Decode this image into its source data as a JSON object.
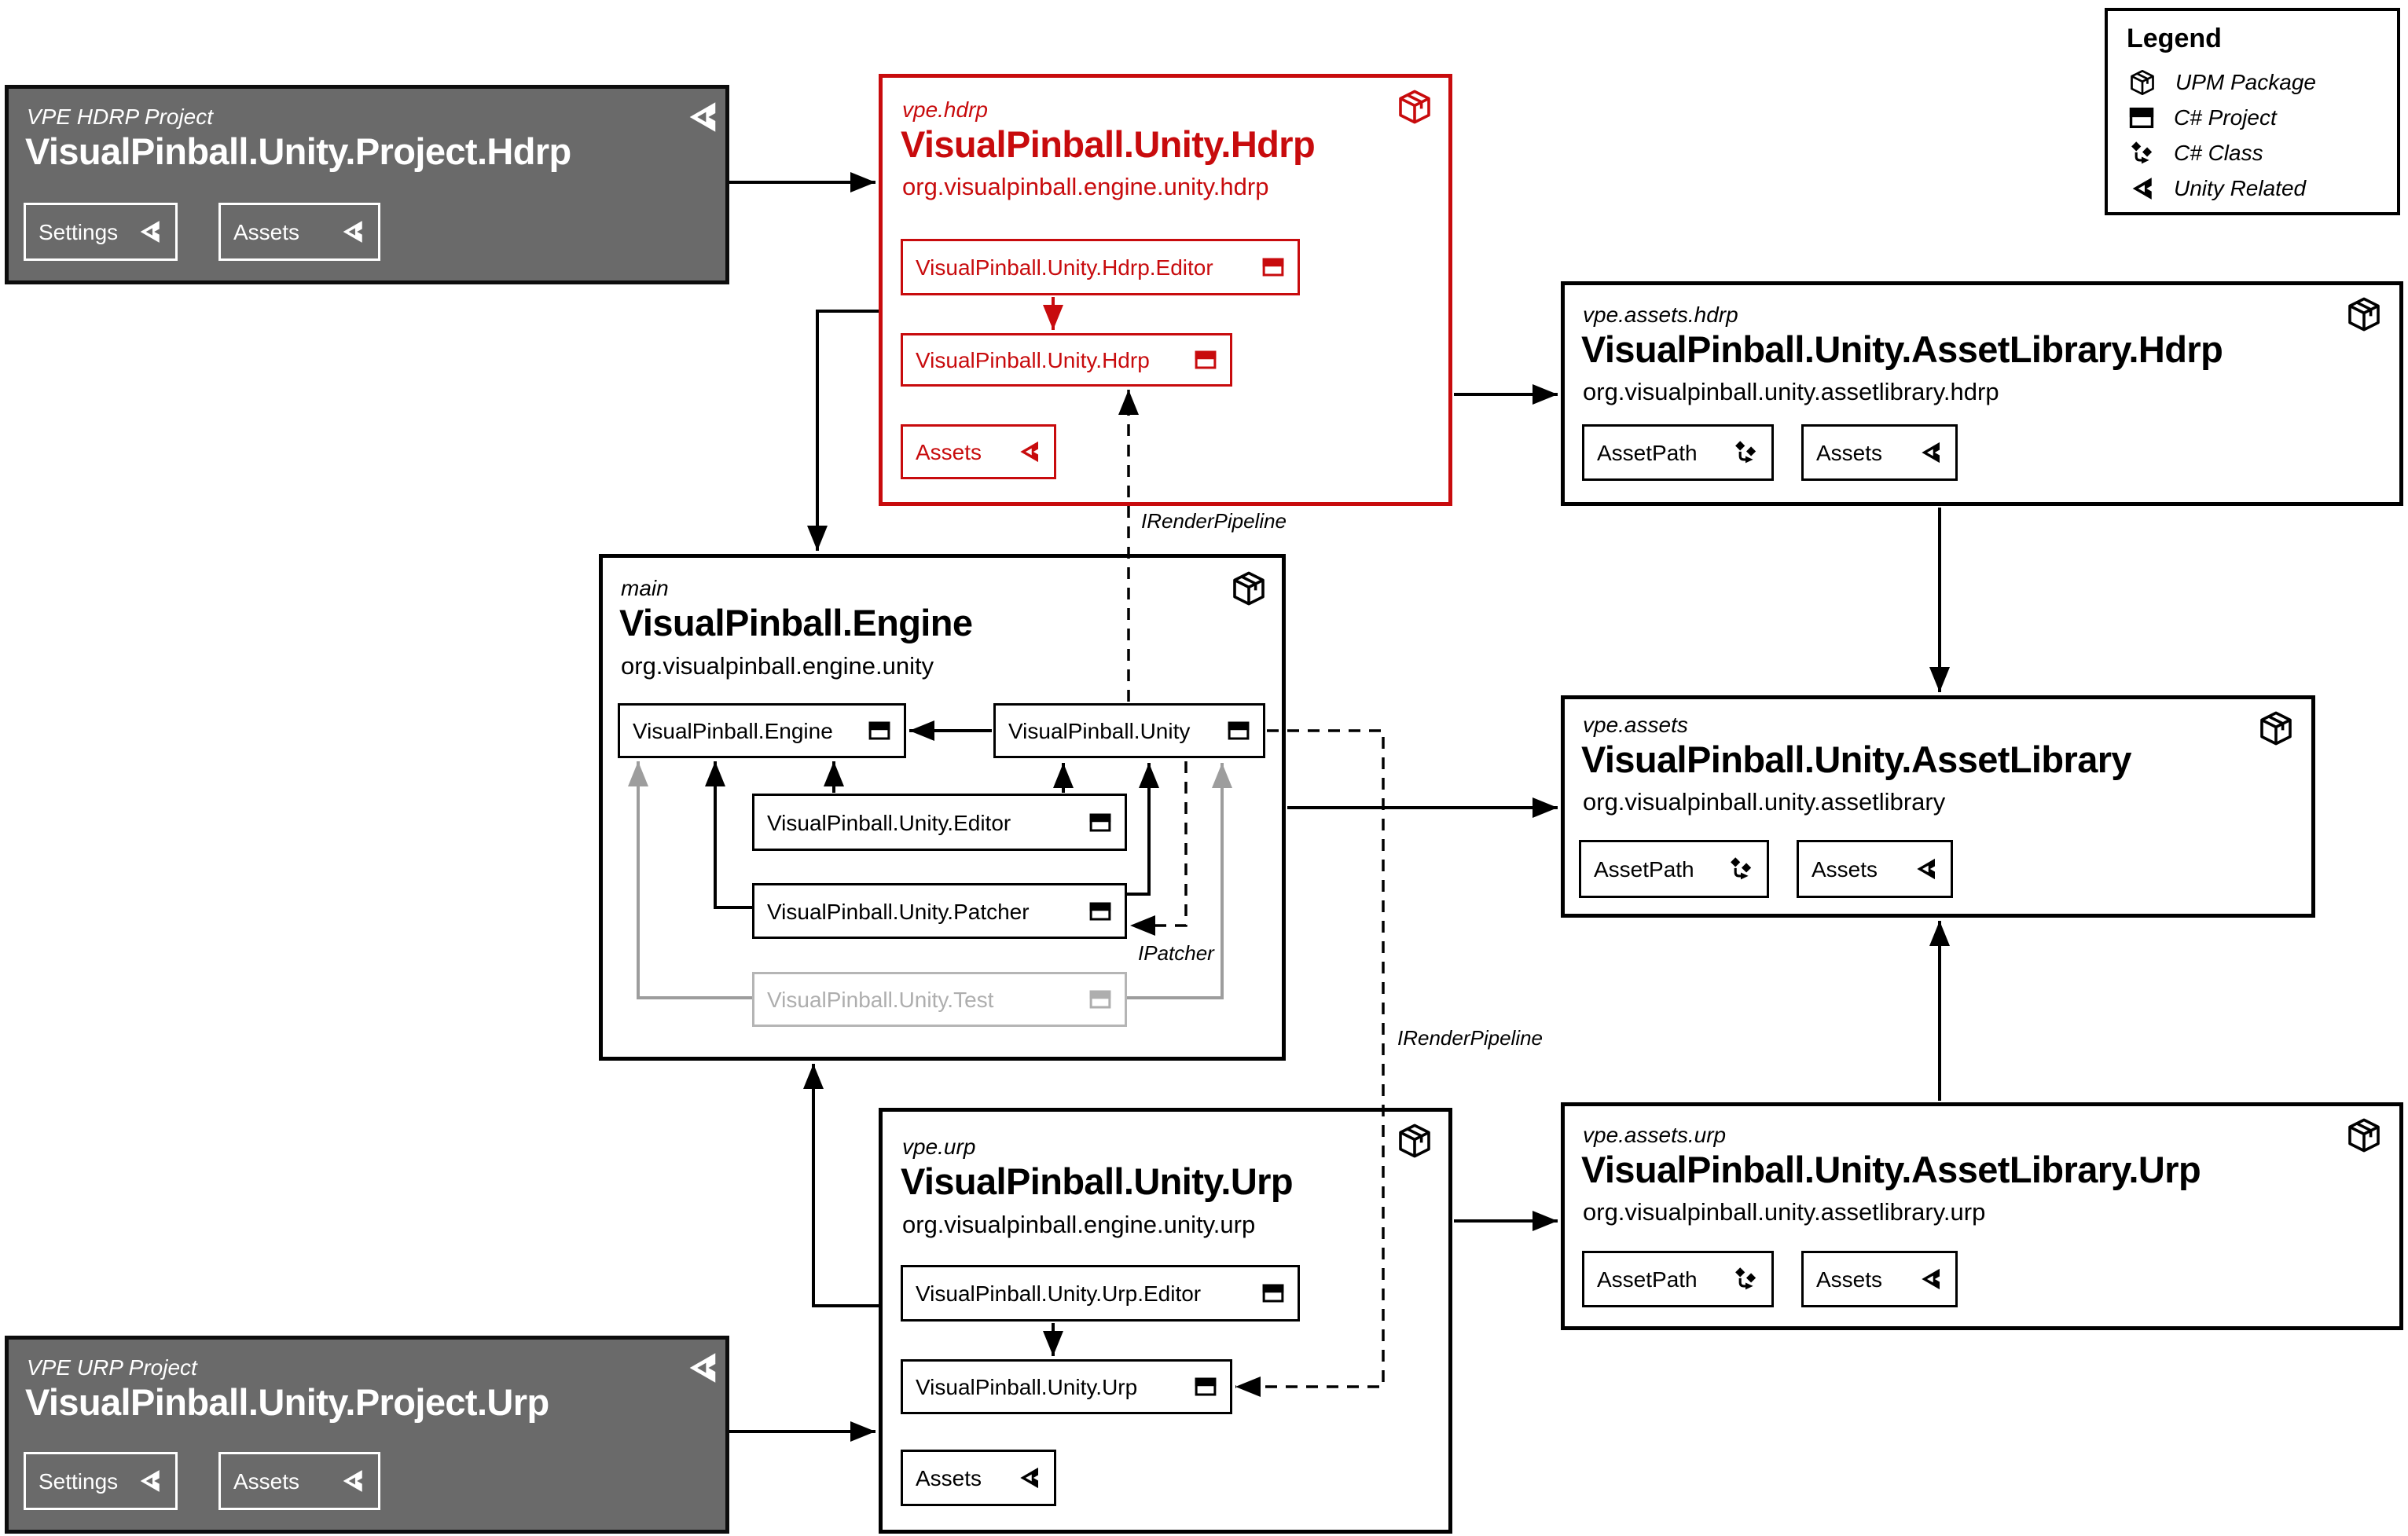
{
  "colors": {
    "accent_red": "#C80B0D",
    "project_gray": "#6A6A6A",
    "muted_gray": "#AEAEAE",
    "line_black": "#000000",
    "line_gray": "#9D9D9D"
  },
  "legend": {
    "title": "Legend",
    "items": [
      {
        "icon": "package-icon",
        "label": "UPM Package"
      },
      {
        "icon": "csproject-icon",
        "label": "C# Project"
      },
      {
        "icon": "csclass-icon",
        "label": "C# Class"
      },
      {
        "icon": "unity-icon",
        "label": "Unity Related"
      }
    ]
  },
  "packages": {
    "hdrp_project": {
      "kind": "VPE HDRP Project",
      "title": "VisualPinball.Unity.Project.Hdrp",
      "corner_icon": "unity-icon",
      "chips": [
        {
          "label": "Settings",
          "icon": "unity-icon"
        },
        {
          "label": "Assets",
          "icon": "unity-icon"
        }
      ]
    },
    "vpe_hdrp": {
      "kind": "vpe.hdrp",
      "title": "VisualPinball.Unity.Hdrp",
      "package_id": "org.visualpinball.engine.unity.hdrp",
      "corner_icon": "package-icon",
      "chips": [
        {
          "label": "VisualPinball.Unity.Hdrp.Editor",
          "icon": "csproject-icon"
        },
        {
          "label": "VisualPinball.Unity.Hdrp",
          "icon": "csproject-icon"
        },
        {
          "label": "Assets",
          "icon": "unity-icon"
        }
      ]
    },
    "assets_hdrp": {
      "kind": "vpe.assets.hdrp",
      "title": "VisualPinball.Unity.AssetLibrary.Hdrp",
      "package_id": "org.visualpinball.unity.assetlibrary.hdrp",
      "corner_icon": "package-icon",
      "chips": [
        {
          "label": "AssetPath",
          "icon": "csclass-icon"
        },
        {
          "label": "Assets",
          "icon": "unity-icon"
        }
      ]
    },
    "main": {
      "kind": "main",
      "title": "VisualPinball.Engine",
      "package_id": "org.visualpinball.engine.unity",
      "corner_icon": "package-icon",
      "chips": [
        {
          "label": "VisualPinball.Engine",
          "icon": "csproject-icon"
        },
        {
          "label": "VisualPinball.Unity",
          "icon": "csproject-icon"
        },
        {
          "label": "VisualPinball.Unity.Editor",
          "icon": "csproject-icon"
        },
        {
          "label": "VisualPinball.Unity.Patcher",
          "icon": "csproject-icon"
        },
        {
          "label": "VisualPinball.Unity.Test",
          "icon": "csproject-icon"
        }
      ]
    },
    "assets": {
      "kind": "vpe.assets",
      "title": "VisualPinball.Unity.AssetLibrary",
      "package_id": "org.visualpinball.unity.assetlibrary",
      "corner_icon": "package-icon",
      "chips": [
        {
          "label": "AssetPath",
          "icon": "csclass-icon"
        },
        {
          "label": "Assets",
          "icon": "unity-icon"
        }
      ]
    },
    "vpe_urp": {
      "kind": "vpe.urp",
      "title": "VisualPinball.Unity.Urp",
      "package_id": "org.visualpinball.engine.unity.urp",
      "corner_icon": "package-icon",
      "chips": [
        {
          "label": "VisualPinball.Unity.Urp.Editor",
          "icon": "csproject-icon"
        },
        {
          "label": "VisualPinball.Unity.Urp",
          "icon": "csproject-icon"
        },
        {
          "label": "Assets",
          "icon": "unity-icon"
        }
      ]
    },
    "assets_urp": {
      "kind": "vpe.assets.urp",
      "title": "VisualPinball.Unity.AssetLibrary.Urp",
      "package_id": "org.visualpinball.unity.assetlibrary.urp",
      "corner_icon": "package-icon",
      "chips": [
        {
          "label": "AssetPath",
          "icon": "csclass-icon"
        },
        {
          "label": "Assets",
          "icon": "unity-icon"
        }
      ]
    },
    "urp_project": {
      "kind": "VPE URP Project",
      "title": "VisualPinball.Unity.Project.Urp",
      "corner_icon": "unity-icon",
      "chips": [
        {
          "label": "Settings",
          "icon": "unity-icon"
        },
        {
          "label": "Assets",
          "icon": "unity-icon"
        }
      ]
    }
  },
  "edge_labels": {
    "hdrp_render_pipeline": "IRenderPipeline",
    "urp_render_pipeline": "IRenderPipeline",
    "patcher": "IPatcher"
  }
}
